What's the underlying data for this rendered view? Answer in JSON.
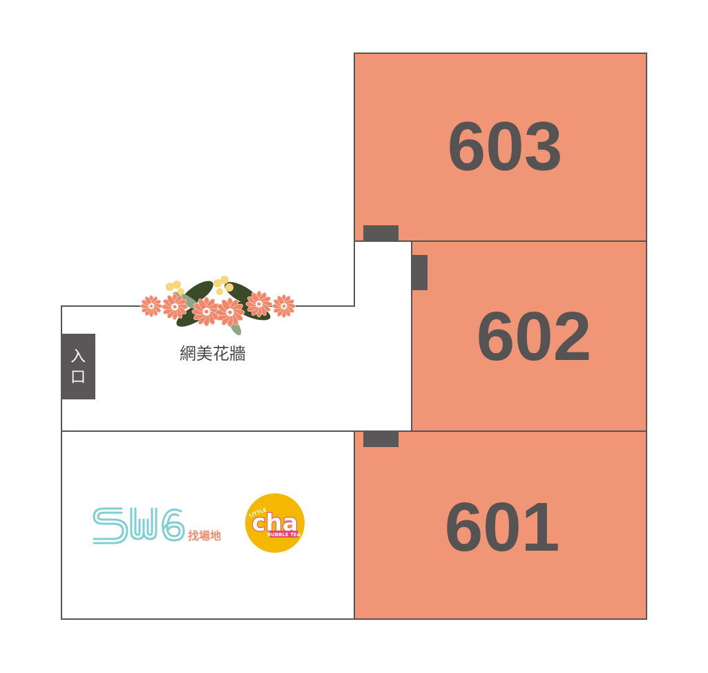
{
  "rooms": [
    {
      "id": "room-603",
      "number": "603"
    },
    {
      "id": "room-602",
      "number": "602"
    },
    {
      "id": "room-601",
      "number": "601"
    }
  ],
  "entrance": {
    "line1": "入",
    "line2": "口"
  },
  "flower_wall": {
    "label": "網美花牆"
  },
  "logos": {
    "sw6": {
      "mark": "SW6",
      "sub": "找場地"
    },
    "little_cha": {
      "top": "LITTLE",
      "main": "cha",
      "bottom": "BUBBLE TEA"
    }
  },
  "colors": {
    "room_fill": "#f09676",
    "wall": "#555353",
    "door": "#595757",
    "sw6_teal": "#7ecfcf",
    "cha_yellow": "#f5b800",
    "cha_pink": "#e8436e",
    "flower": "#f0876b",
    "leaf": "#3b4a28"
  }
}
